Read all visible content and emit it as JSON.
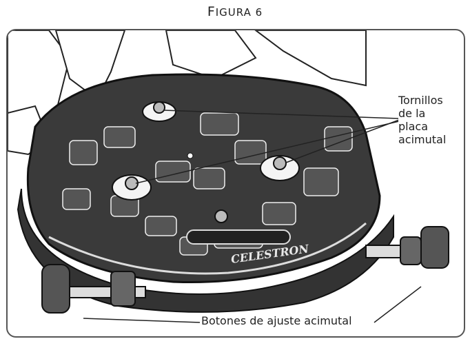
{
  "figure": {
    "title_initial": "F",
    "title_rest": "IGURA 6"
  },
  "labels": {
    "screws_lines": [
      "Tornillos",
      "de la",
      "placa",
      "acimutal"
    ],
    "knobs": "Botones de ajuste acimutal"
  },
  "brand_logo": "CELESTRON",
  "colors": {
    "line": "#222222",
    "plate_dark": "#2b2b2b",
    "plate_mid": "#4a4a4a",
    "highlight": "#ffffff"
  }
}
